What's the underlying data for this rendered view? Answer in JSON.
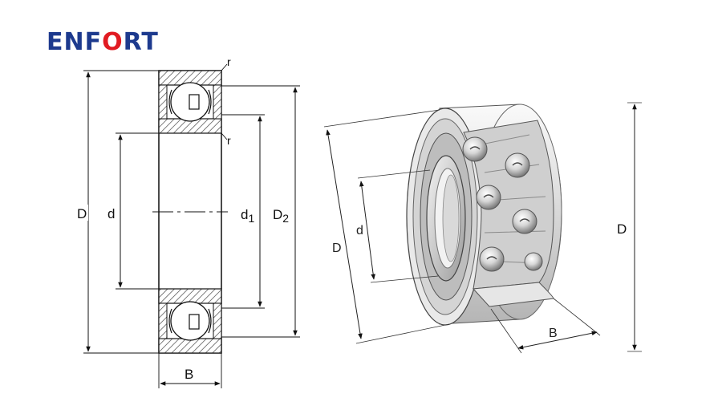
{
  "brand": {
    "name": "ENFORT",
    "name_prefix": "ENF",
    "name_o": "O",
    "name_suffix": "RT",
    "colors": {
      "blue": "#1d3a8e",
      "red": "#e11b22"
    }
  },
  "section_drawing": {
    "labels": {
      "D": "D",
      "d": "d",
      "d1_main": "d",
      "d1_sub": "1",
      "D2_main": "D",
      "D2_sub": "2",
      "B": "B",
      "r_top": "r",
      "r_mid": "r"
    }
  },
  "perspective_drawing": {
    "labels": {
      "D_left": "D",
      "d": "d",
      "B": "B",
      "D_right": "D"
    }
  },
  "icons": [
    "bearing-cross-section-icon",
    "angular-contact-bearing-3d-icon"
  ]
}
